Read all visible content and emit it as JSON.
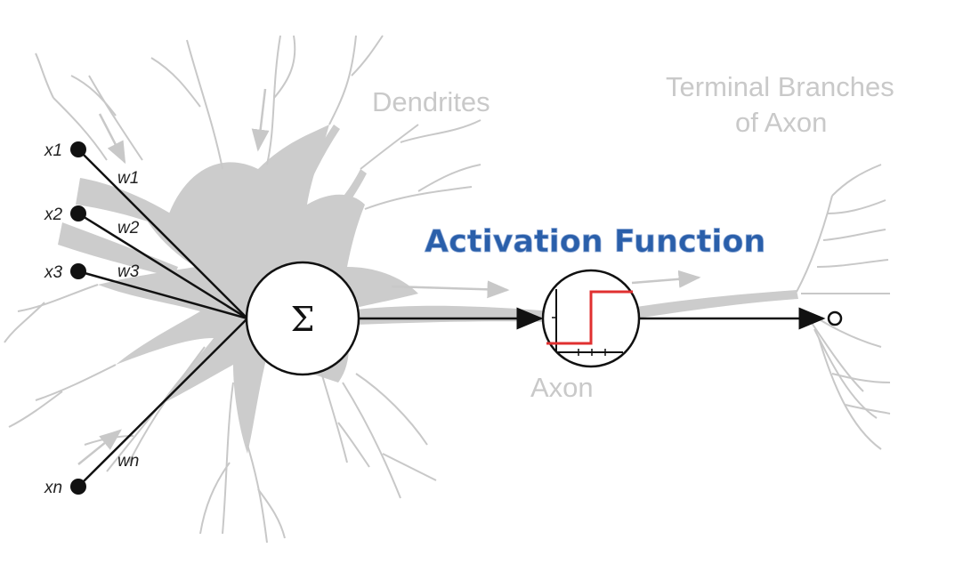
{
  "labels": {
    "dendrites": "Dendrites",
    "terminal_line1": "Terminal Branches",
    "terminal_line2": "of Axon",
    "activation": "Activation Function",
    "axon": "Axon",
    "sum_symbol": "Σ"
  },
  "inputs": [
    {
      "x_label": "x1",
      "w_label": "w1"
    },
    {
      "x_label": "x2",
      "w_label": "w2"
    },
    {
      "x_label": "x3",
      "w_label": "w3"
    },
    {
      "x_label": "xn",
      "w_label": "wn"
    }
  ],
  "colors": {
    "neuron_gray": "#c8c8c8",
    "title_blue": "#2a5faa",
    "step_red": "#e03030",
    "line_black": "#111111"
  }
}
